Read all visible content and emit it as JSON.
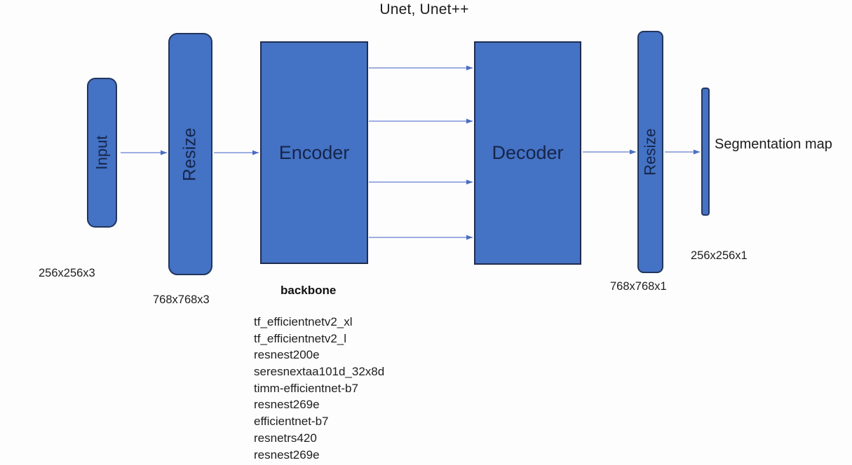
{
  "title": "Unet, Unet++",
  "nodes": {
    "input": {
      "label": "Input",
      "dim_label": "256x256x3"
    },
    "resize_in": {
      "label": "Resize",
      "dim_label": "768x768x3"
    },
    "encoder": {
      "label": "Encoder"
    },
    "decoder": {
      "label": "Decoder"
    },
    "resize_out": {
      "label": "Resize",
      "dim_label": "768x768x1"
    },
    "segmentation_map": {
      "label": "Segmentation map",
      "dim_label": "256x256x1"
    }
  },
  "backbone": {
    "heading": "backbone",
    "items": [
      "tf_efficientnetv2_xl",
      "tf_efficientnetv2_l",
      "resnest200e",
      "seresnextaa101d_32x8d",
      "timm-efficientnet-b7",
      "resnest269e",
      "efficientnet-b7",
      "resnetrs420",
      "resnest269e"
    ]
  },
  "colors": {
    "node_fill": "#4472c4",
    "node_border": "#22355e",
    "node_text": "#16254a",
    "arrow_line": "#7e93d8",
    "arrow_head": "#4c6cc0",
    "label_text": "#1e1e1e",
    "background": "#fdfdfd"
  }
}
